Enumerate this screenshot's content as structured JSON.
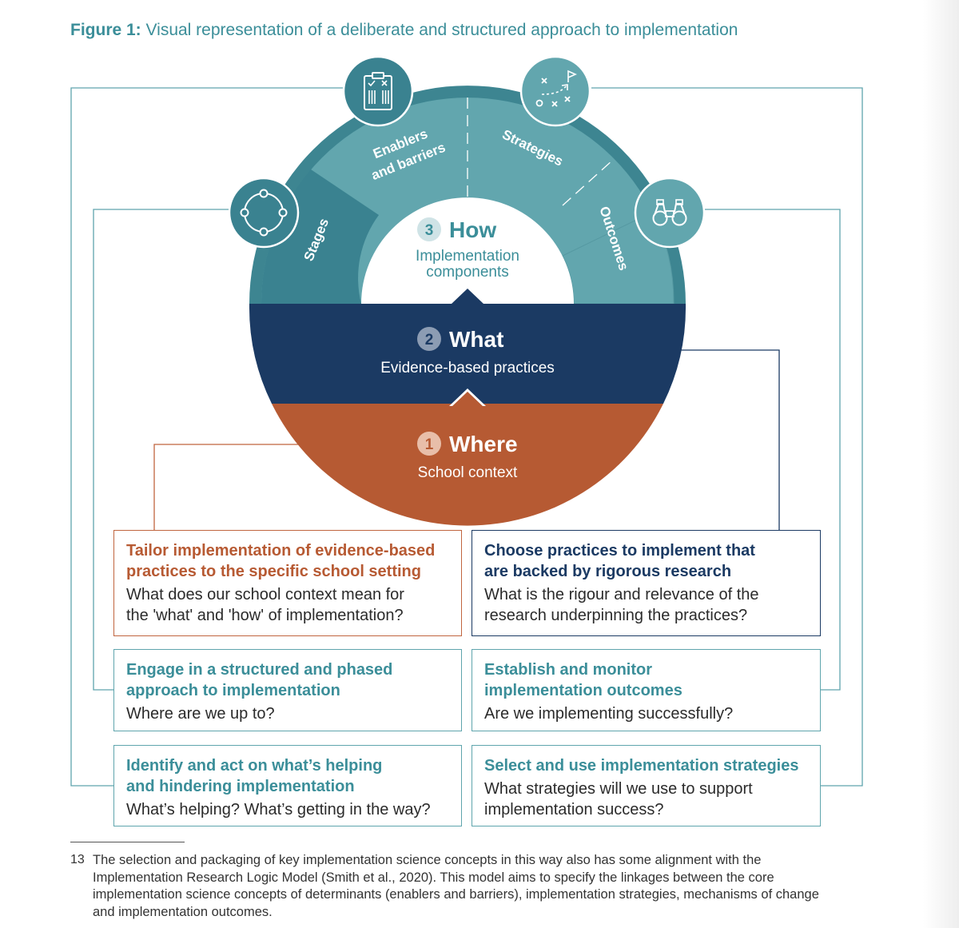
{
  "figure": {
    "lead": "Figure 1:",
    "title": "Visual representation of a deliberate and structured approach to implementation"
  },
  "wheel": {
    "how": {
      "num": "3",
      "title": "How",
      "sub_line1": "Implementation",
      "sub_line2": "components"
    },
    "what": {
      "num": "2",
      "title": "What",
      "sub": "Evidence-based practices"
    },
    "where": {
      "num": "1",
      "title": "Where",
      "sub": "School context"
    },
    "segments": {
      "stages": "Stages",
      "enablers_line1": "Enablers",
      "enablers_line2": "and barriers",
      "strategies": "Strategies",
      "outcomes": "Outcomes"
    },
    "icons": [
      "cycle-icon",
      "checklist-icon",
      "strategy-play-icon",
      "binoculars-icon"
    ]
  },
  "boxes": {
    "tailor": {
      "head1": "Tailor implementation of evidence-based",
      "head2": "practices to the specific school setting",
      "q1": "What does our school context mean for",
      "q2": "the 'what' and 'how' of implementation?"
    },
    "choose": {
      "head1": "Choose practices to implement that",
      "head2": "are backed by rigorous research",
      "q1": "What is the rigour and relevance of the",
      "q2": "research underpinning the practices?"
    },
    "engage": {
      "head1": "Engage in a structured and phased",
      "head2": "approach to implementation",
      "q1": "Where are we up to?"
    },
    "establish": {
      "head1": "Establish and monitor",
      "head2": "implementation outcomes",
      "q1": "Are we implementing successfully?"
    },
    "identify": {
      "head1": "Identify and act on what’s helping",
      "head2": "and hindering implementation",
      "q1": "What’s helping? What’s getting in the way?"
    },
    "select": {
      "head1": "Select and use implementation strategies",
      "q1": "What strategies will we use to support",
      "q2": "implementation success?"
    }
  },
  "footnote": {
    "num": "13",
    "text": "The selection and packaging of key implementation science concepts in this way also has some alignment with the Implementation Research Logic Model (Smith et al., 2020). This model aims to specify the linkages between the core implementation science concepts of determinants (enablers and barriers), implementation strategies, mechanisms of change and implementation outcomes."
  },
  "colors": {
    "teal_dark": "#3d8591",
    "teal_light": "#62a6ae",
    "navy": "#1b3a63",
    "orange": "#b65a33",
    "box_teal_border": "#5fa5ad",
    "title_teal": "#3b8e99"
  }
}
